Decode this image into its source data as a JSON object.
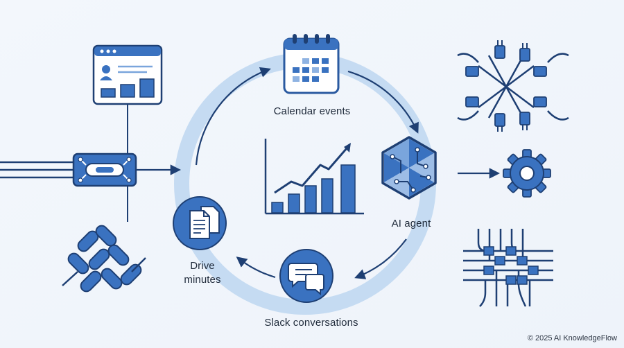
{
  "diagram": {
    "nodes": {
      "calendar": {
        "label": "Calendar events",
        "icon": "calendar-icon"
      },
      "agent": {
        "label": "AI agent",
        "icon": "ai-chip-icon"
      },
      "slack": {
        "label": "Slack conversations",
        "icon": "chat-bubbles-icon"
      },
      "drive": {
        "label_line1": "Drive",
        "label_line2": "minutes",
        "icon": "documents-icon"
      }
    },
    "center": {
      "icon": "growth-bar-chart-icon"
    },
    "peripherals": {
      "left": [
        "browser-dashboard-icon",
        "link-connector-icon",
        "chain-links-icon"
      ],
      "right": [
        "plug-network-icon",
        "gear-icon",
        "circuit-board-icon"
      ]
    }
  },
  "footer": {
    "copyright": "© 2025 AI KnowledgeFlow"
  },
  "colors": {
    "primary": "#3a72c0",
    "dark": "#1e3f73",
    "light": "#cfe0f5",
    "ring": "#bcd5f0",
    "background": "#f7f9fc"
  }
}
